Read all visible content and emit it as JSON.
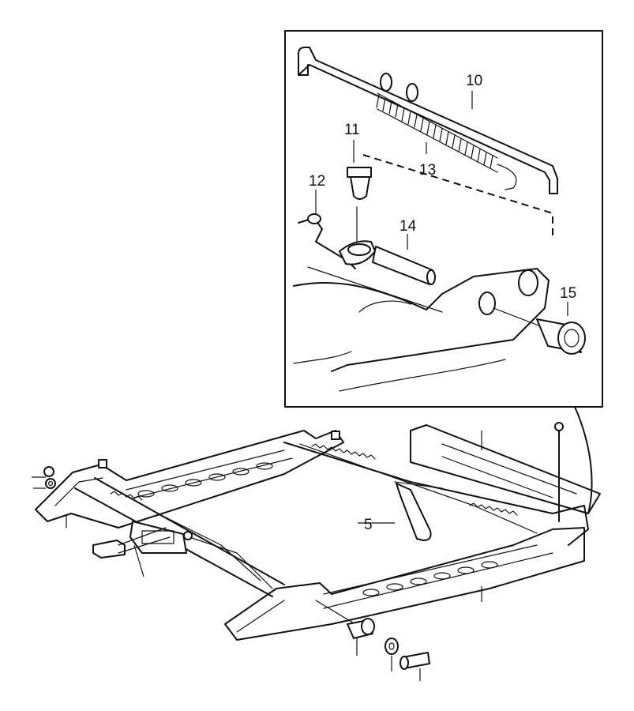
{
  "callouts": {
    "c10": "10",
    "c11": "11",
    "c12": "12",
    "c13": "13",
    "c14": "14",
    "c15": "15",
    "c5": "5"
  },
  "colors": {
    "ink": "#111111",
    "paper": "#ffffff"
  },
  "icons": [
    "spring-icon",
    "bolt-icon",
    "bushing-icon",
    "washer-icon",
    "nut-icon",
    "lever-icon"
  ]
}
